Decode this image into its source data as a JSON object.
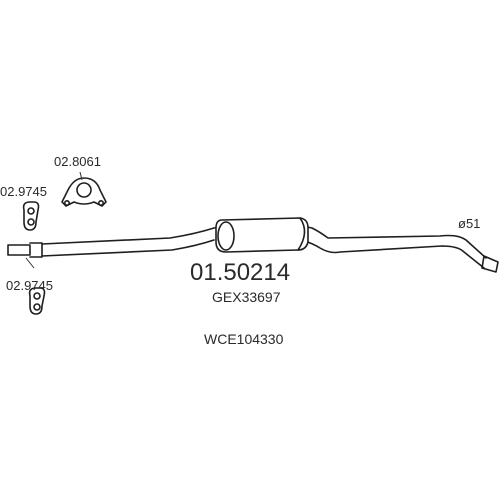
{
  "diagram": {
    "main_part_number": "01.50214",
    "cross_reference_1": "GEX33697",
    "cross_reference_2": "WCE104330",
    "pipe_diameter": "ø51",
    "parts": [
      {
        "number": "02.8061",
        "icon": "gasket-flange-icon"
      },
      {
        "number": "02.9745",
        "icon": "rubber-hanger-icon"
      },
      {
        "number": "02.9745",
        "icon": "rubber-hanger-icon"
      }
    ]
  }
}
